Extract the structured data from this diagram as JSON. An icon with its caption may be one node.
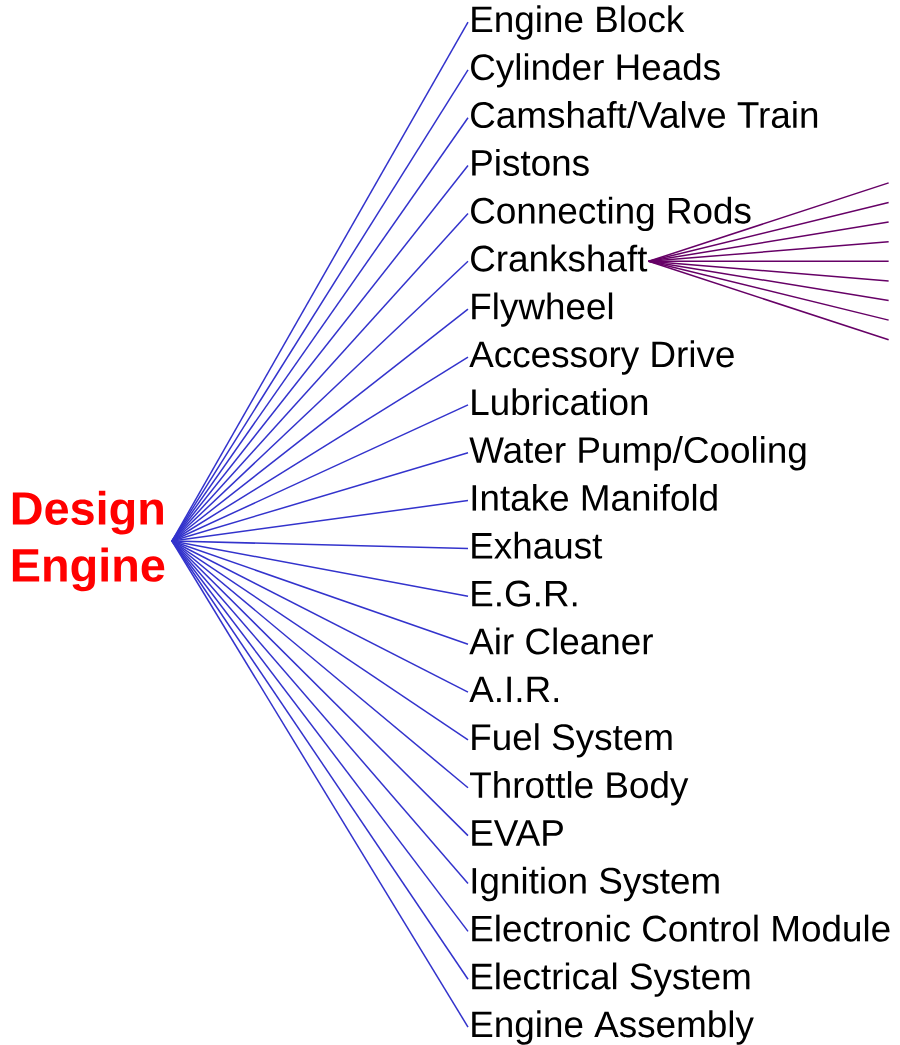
{
  "diagram": {
    "nodes": [
      {
        "text": [
          "Design Engine"
        ]
      },
      {
        "text": [
          "Engine Block"
        ]
      },
      {
        "text": [
          "Cylinder Heads"
        ]
      },
      {
        "text": [
          "Camshaft/Valve Train"
        ]
      },
      {
        "text": [
          "Pistons"
        ]
      },
      {
        "text": [
          "Connecting Rods"
        ]
      },
      {
        "text": [
          "Crankshaft"
        ]
      },
      {
        "text": [
          "Flywheel"
        ]
      },
      {
        "text": [
          "Accessory Drive"
        ]
      },
      {
        "text": [
          "Lubrication"
        ]
      },
      {
        "text": [
          "Water Pump/Cooling"
        ]
      },
      {
        "text": [
          "Intake Manifold"
        ]
      },
      {
        "text": [
          "Exhaust"
        ]
      },
      {
        "text": [
          "E.G.R."
        ]
      },
      {
        "text": [
          "Air Cleaner"
        ]
      },
      {
        "text": [
          "A.I.R."
        ]
      },
      {
        "text": [
          "Fuel System"
        ]
      },
      {
        "text": [
          "Throttle Body"
        ]
      },
      {
        "text": [
          "EVAP"
        ]
      },
      {
        "text": [
          "Ignition System"
        ]
      },
      {
        "text": [
          "Electronic Control Module"
        ]
      },
      {
        "text": [
          "Electrical System"
        ]
      },
      {
        "text": [
          "Engine Assembly"
        ]
      }
    ],
    "edges": [
      {
        "from": 0,
        "to": 1,
        "arrow": "none"
      },
      {
        "from": 0,
        "to": 2,
        "arrow": "none"
      },
      {
        "from": 0,
        "to": 3,
        "arrow": "none"
      },
      {
        "from": 0,
        "to": 4,
        "arrow": "none"
      },
      {
        "from": 0,
        "to": 5,
        "arrow": "none"
      },
      {
        "from": 0,
        "to": 6,
        "arrow": "none"
      },
      {
        "from": 0,
        "to": 7,
        "arrow": "none"
      },
      {
        "from": 0,
        "to": 8,
        "arrow": "none"
      },
      {
        "from": 0,
        "to": 9,
        "arrow": "none"
      },
      {
        "from": 0,
        "to": 10,
        "arrow": "none"
      },
      {
        "from": 0,
        "to": 11,
        "arrow": "none"
      },
      {
        "from": 0,
        "to": 12,
        "arrow": "none"
      },
      {
        "from": 0,
        "to": 13,
        "arrow": "none"
      },
      {
        "from": 0,
        "to": 14,
        "arrow": "none"
      },
      {
        "from": 0,
        "to": 15,
        "arrow": "none"
      },
      {
        "from": 0,
        "to": 16,
        "arrow": "none"
      },
      {
        "from": 0,
        "to": 17,
        "arrow": "none"
      },
      {
        "from": 0,
        "to": 18,
        "arrow": "none"
      },
      {
        "from": 0,
        "to": 19,
        "arrow": "none"
      },
      {
        "from": 0,
        "to": 20,
        "arrow": "none"
      },
      {
        "from": 0,
        "to": 21,
        "arrow": "none"
      },
      {
        "from": 0,
        "to": 22,
        "arrow": "none"
      },
      {
        "from": 6,
        "to": null,
        "arrow": "none",
        "color": "#660066"
      },
      {
        "from": 6,
        "to": null,
        "arrow": "none",
        "color": "#660066"
      },
      {
        "from": 6,
        "to": null,
        "arrow": "none",
        "color": "#660066"
      },
      {
        "from": 6,
        "to": null,
        "arrow": "none",
        "color": "#660066"
      },
      {
        "from": 6,
        "to": null,
        "arrow": "none",
        "color": "#660066"
      },
      {
        "from": 6,
        "to": null,
        "arrow": "none",
        "color": "#660066"
      },
      {
        "from": 6,
        "to": null,
        "arrow": "none",
        "color": "#660066"
      },
      {
        "from": 6,
        "to": null,
        "arrow": "none",
        "color": "#660066"
      },
      {
        "from": 6,
        "to": null,
        "arrow": "none",
        "color": "#660066"
      }
    ]
  }
}
